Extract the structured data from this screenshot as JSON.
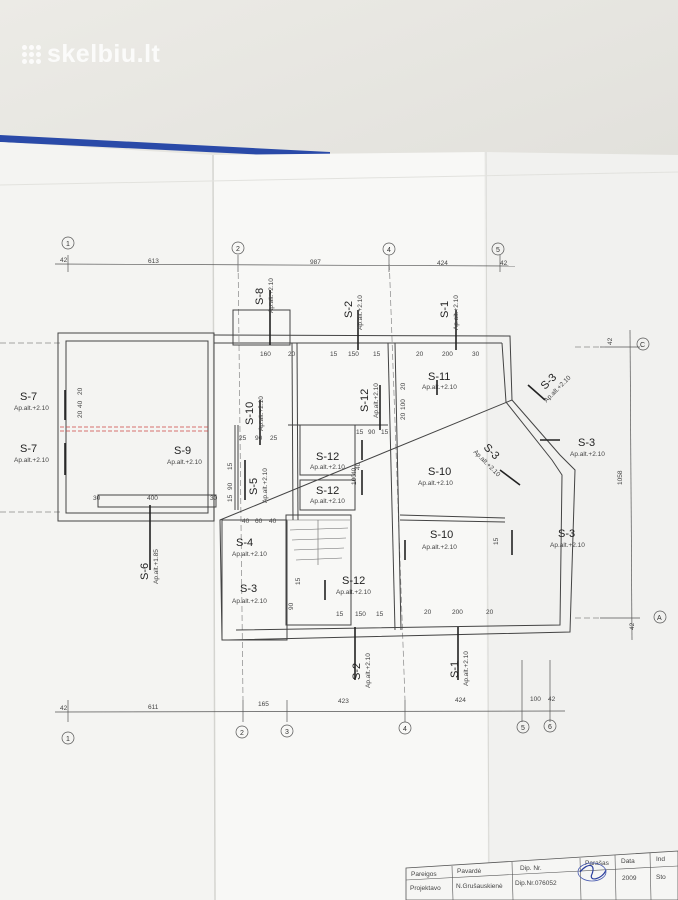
{
  "watermark": {
    "brand": "skelbiu.lt"
  },
  "axes": {
    "top": [
      "1",
      "2",
      "4",
      "5"
    ],
    "bottom": [
      "1",
      "2",
      "3",
      "4",
      "5",
      "6"
    ],
    "right": [
      "C",
      "A"
    ]
  },
  "dimensions": {
    "top": [
      "42",
      "613",
      "987",
      "424",
      "42"
    ],
    "bottom": [
      "42",
      "611",
      "165",
      "423",
      "424",
      "100",
      "42"
    ],
    "right": [
      "42",
      "1058",
      "42"
    ],
    "inner": [
      "160",
      "20",
      "15",
      "150",
      "15",
      "20",
      "200",
      "30",
      "30",
      "400",
      "30",
      "40",
      "60",
      "40",
      "25",
      "90",
      "25",
      "15",
      "150",
      "15",
      "20",
      "200",
      "20",
      "15",
      "90",
      "15",
      "20",
      "40",
      "20",
      "15",
      "90",
      "15",
      "20",
      "100",
      "20",
      "15",
      "90",
      "15",
      "40",
      "100",
      "40"
    ]
  },
  "sections": {
    "s8": {
      "label": "S-8",
      "alt": "Ap.alt.+2.10"
    },
    "s2_top": {
      "label": "S-2",
      "alt": "Ap.alt.+2.10"
    },
    "s1_top": {
      "label": "S-1",
      "alt": "Ap.alt.+2.10"
    },
    "s7_a": {
      "label": "S-7",
      "alt": "Ap.alt.+2.10"
    },
    "s7_b": {
      "label": "S-7",
      "alt": "Ap.alt.+2.10"
    },
    "s10_a": {
      "label": "S-10",
      "alt": "Ap.alt.+2.10"
    },
    "s12_a": {
      "label": "S-12",
      "alt": "Ap.alt.+2.10"
    },
    "s11": {
      "label": "S-11",
      "alt": "Ap.alt.+2.10"
    },
    "s3_a": {
      "label": "S-3",
      "alt": "Ap.alt.+2.10"
    },
    "s3_b": {
      "label": "S-3",
      "alt": "Ap.alt.+2.10"
    },
    "s3_c": {
      "label": "S-3",
      "alt": "Ap.alt.+2.10"
    },
    "s9": {
      "label": "S-9",
      "alt": "Ap.alt.+2.10"
    },
    "s12_b": {
      "label": "S-12",
      "alt": "Ap.alt.+2.10"
    },
    "s12_c": {
      "label": "S-12",
      "alt": "Ap.alt.+2.10"
    },
    "s10_b": {
      "label": "S-10",
      "alt": "Ap.alt.+2.10"
    },
    "s5": {
      "label": "S-5",
      "alt": "Ap.alt.+2.10"
    },
    "s6": {
      "label": "S-6",
      "alt": "Ap.alt.+1.85"
    },
    "s4": {
      "label": "S-4",
      "alt": "Ap.alt.+2.10"
    },
    "s10_c": {
      "label": "S-10",
      "alt": "Ap.alt.+2.10"
    },
    "s3_d": {
      "label": "S-3",
      "alt": "Ap.alt.+2.10"
    },
    "s3_e": {
      "label": "S-3",
      "alt": "Ap.alt.+2.10"
    },
    "s12_d": {
      "label": "S-12",
      "alt": "Ap.alt.+2.10"
    },
    "s2_bot": {
      "label": "S-2",
      "alt": "Ap.alt.+2.10"
    },
    "s1_bot": {
      "label": "S-1",
      "alt": "Ap.alt.+2.10"
    }
  },
  "titleblock": {
    "h_pareigos": "Pareigos",
    "h_pavarde": "Pavardė",
    "h_dip": "Dip. Nr.",
    "h_parasas": "Parašas",
    "h_data": "Data",
    "h_ind": "Ind",
    "r_pareigos": "Projektavo",
    "r_pavarde": "N.Grušauskienė",
    "r_dip": "Dip.Nr.076052",
    "r_data": "2009",
    "r_ind": "Sto"
  }
}
